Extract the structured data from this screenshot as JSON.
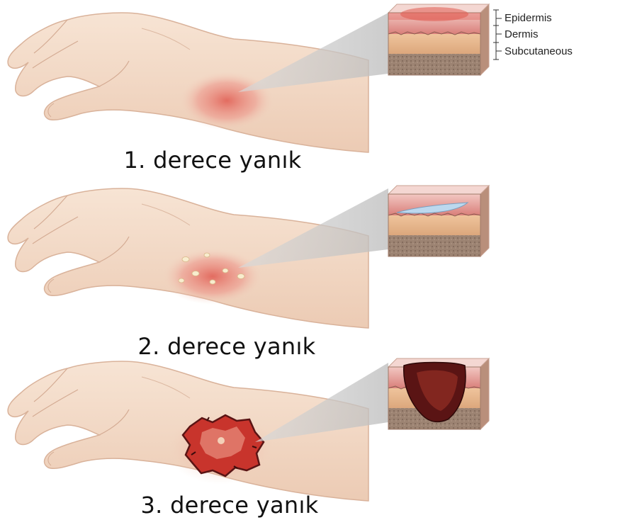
{
  "panels": [
    {
      "caption": "1. derece yanık"
    },
    {
      "caption": "2. derece yanık"
    },
    {
      "caption": "3. derece yanık"
    }
  ],
  "layer_labels": {
    "epidermis": "Epidermis",
    "dermis": "Dermis",
    "subcutaneous": "Subcutaneous"
  },
  "colors": {
    "skin": "#f3d9c6",
    "burn_red": "#e0594f",
    "epidermis": "#e8a4a0",
    "dermis": "#e9b98f",
    "subcutaneous": "#a38a78",
    "blister": "#bcd8ee",
    "char": "#5a1414"
  }
}
